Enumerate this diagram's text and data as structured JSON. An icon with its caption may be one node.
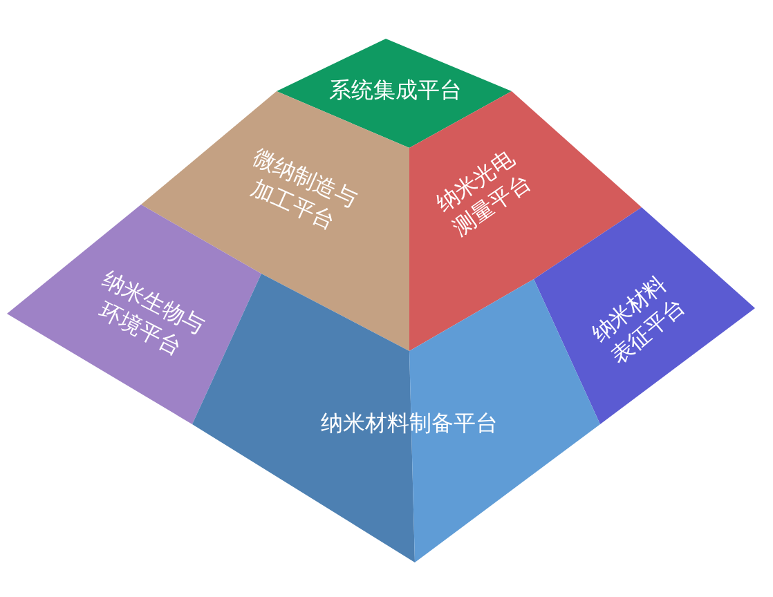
{
  "diagram": {
    "nodes": [
      {
        "text": [
          "系统集成平台"
        ]
      },
      {
        "text": [
          "微纳制造与加工平台"
        ]
      },
      {
        "text": [
          "纳米光电测量平台"
        ]
      },
      {
        "text": [
          "纳米生物与环境平台"
        ]
      },
      {
        "text": [
          "纳米材料表征平台"
        ]
      },
      {
        "text": [
          "纳米材料制备平台"
        ]
      }
    ]
  }
}
